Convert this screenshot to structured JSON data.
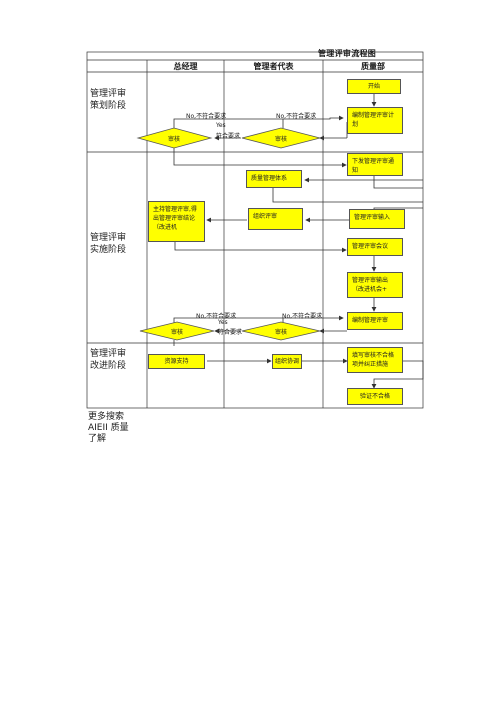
{
  "title": "管理评审流程图",
  "columns": [
    "总经理",
    "管理者代表",
    "质量部"
  ],
  "stages": [
    "管理评审策划阶段",
    "管理评审实施阶段",
    "管理评审改进阶段"
  ],
  "boxes": {
    "start": "开始",
    "plan": "编制管理评审计划",
    "notice": "下发管理评审通知",
    "qms": "质量管理体系",
    "preside": "主持管理评审,得出管理评审结论（改进机",
    "organize": "组织评审",
    "input": "管理评审输入",
    "meeting": "管理评审会议",
    "output": "管理评审输出（改进机会+",
    "report": "编制管理评审",
    "resource": "资源支持",
    "coord": "组织协调",
    "fill": "填写审核不合格项并纠正措施",
    "verify": "验证不合格"
  },
  "diamonds": {
    "gm1": "审核",
    "rep1": "审核",
    "gm2": "审核",
    "rep2": "审核"
  },
  "labels": {
    "no1a": "No,不符合要求",
    "no1b": "No,不符合要求",
    "yes1": "Yes",
    "ok1": "符合要求",
    "no2a": "No,不符合要求",
    "no2b": "No,不符合要求",
    "yes2": "Yes",
    "ok2": "符合要求"
  },
  "footer": "更多搜索 AIEII 质量 了解",
  "colors": {
    "fill": "#ffff00",
    "line": "#333333"
  }
}
